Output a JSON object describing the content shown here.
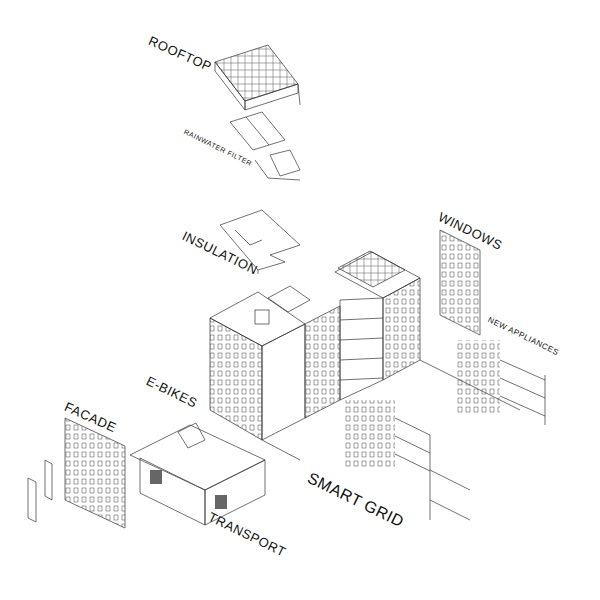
{
  "diagram": {
    "labels": [
      "ROOFTOP",
      "RAINWATER FILTER",
      "INSULATION",
      "WINDOWS",
      "NEW APPLIANCES",
      "E-BIKES",
      "FACADE",
      "TRANSPORT",
      "SMART GRID"
    ]
  }
}
